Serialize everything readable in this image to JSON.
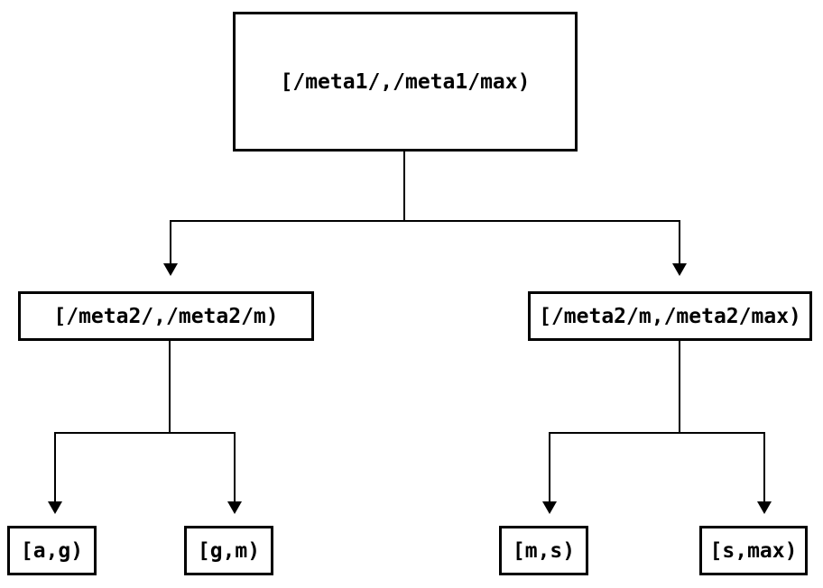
{
  "diagram": {
    "type": "binary-interval-tree",
    "colors": {
      "background": "#ffffff",
      "line": "#000000",
      "node_border": "#000000",
      "text": "#000000"
    },
    "nodes": {
      "root": {
        "label": "[/meta1/,/meta1/max)"
      },
      "left": {
        "label": "[/meta2/,/meta2/m)"
      },
      "right": {
        "label": "[/meta2/m,/meta2/max)"
      },
      "left_left": {
        "label": "[a,g)"
      },
      "left_right": {
        "label": "[g,m)"
      },
      "right_left": {
        "label": "[m,s)"
      },
      "right_right": {
        "label": "[s,max)"
      }
    },
    "edges": [
      {
        "from": "root",
        "to": "left"
      },
      {
        "from": "root",
        "to": "right"
      },
      {
        "from": "left",
        "to": "left_left"
      },
      {
        "from": "left",
        "to": "left_right"
      },
      {
        "from": "right",
        "to": "right_left"
      },
      {
        "from": "right",
        "to": "right_right"
      }
    ]
  }
}
